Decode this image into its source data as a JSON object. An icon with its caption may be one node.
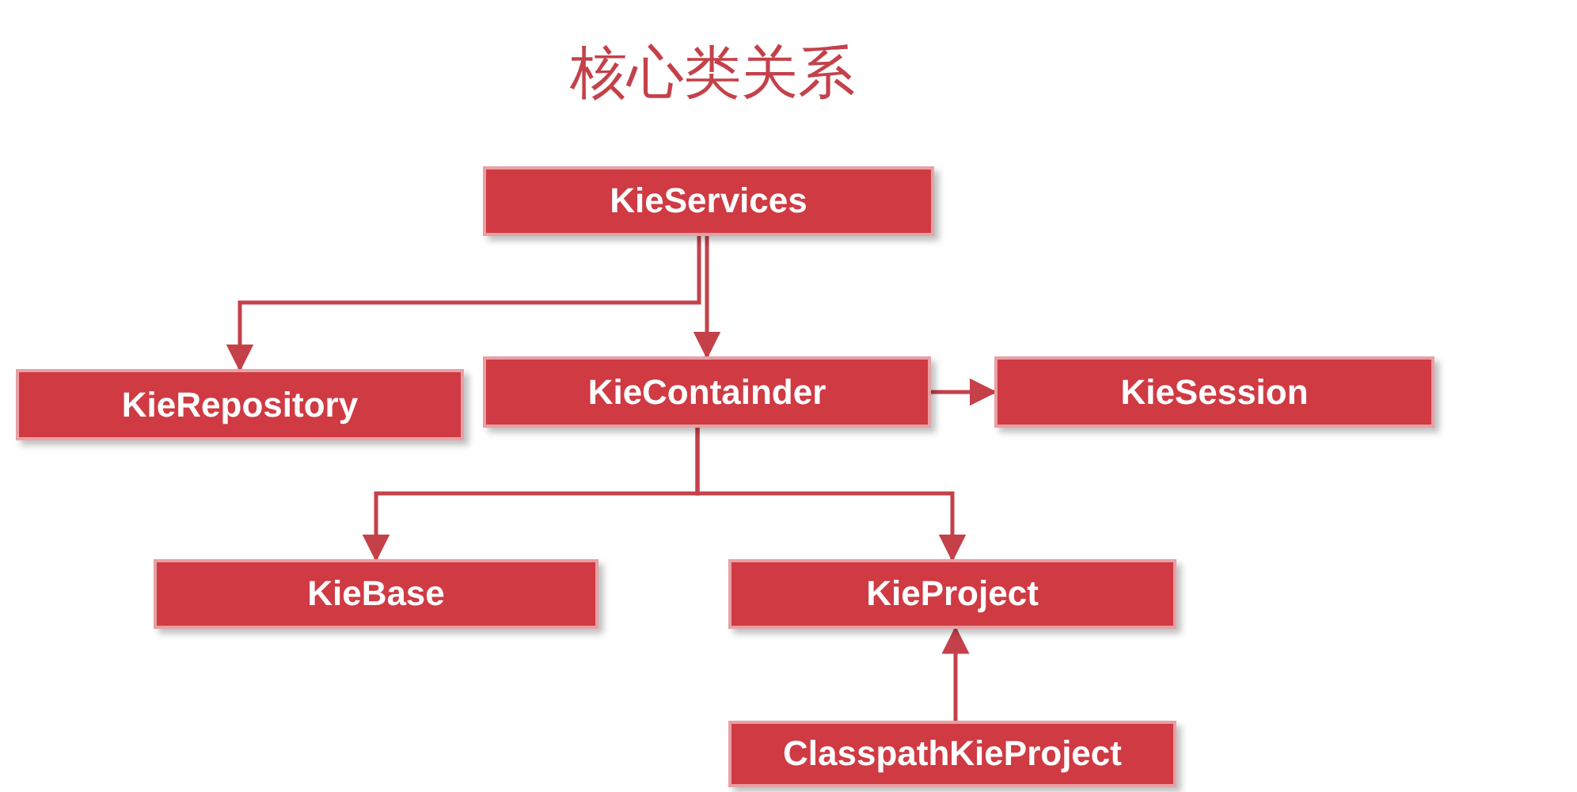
{
  "diagram": {
    "title": "核心类关系",
    "nodes": [
      {
        "text": [
          "KieServices"
        ]
      },
      {
        "text": [
          "KieRepository"
        ]
      },
      {
        "text": [
          "KieContainder"
        ]
      },
      {
        "text": [
          "KieSession"
        ]
      },
      {
        "text": [
          "KieBase"
        ]
      },
      {
        "text": [
          "KieProject"
        ]
      },
      {
        "text": [
          "ClasspathKieProject"
        ]
      }
    ],
    "edges": [
      {
        "from": 0,
        "to": 1,
        "arrow": "to"
      },
      {
        "from": 0,
        "to": 2,
        "arrow": "to"
      },
      {
        "from": 2,
        "to": 3,
        "arrow": "to"
      },
      {
        "from": 2,
        "to": 4,
        "arrow": "to"
      },
      {
        "from": 2,
        "to": 5,
        "arrow": "to"
      },
      {
        "from": 6,
        "to": 5,
        "arrow": "to"
      }
    ]
  }
}
